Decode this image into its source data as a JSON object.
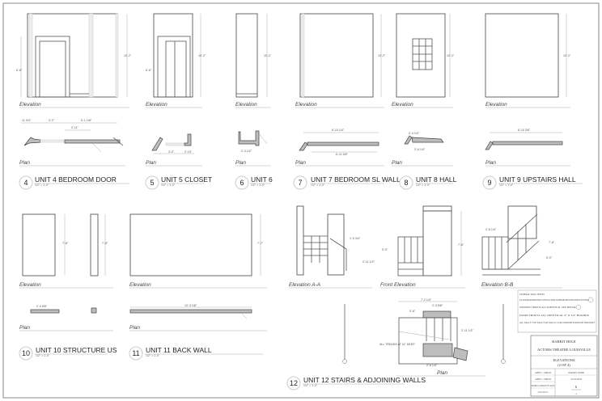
{
  "sheet": {
    "drawings": [
      {
        "number": "4",
        "title": "UNIT 4 BEDROOM DOOR",
        "scale": "1/2\" = 1'-0\""
      },
      {
        "number": "5",
        "title": "UNIT 5 CLOSET",
        "scale": "1/2\" = 1'-0\""
      },
      {
        "number": "6",
        "title": "UNIT 6",
        "scale": "1/2\" = 1'-0\""
      },
      {
        "number": "7",
        "title": "UNIT 7 BEDROOM SL WALL",
        "scale": "1/2\" = 1'-0\""
      },
      {
        "number": "8",
        "title": "UNIT 8 HALL",
        "scale": "1/2\" = 1'-0\""
      },
      {
        "number": "9",
        "title": "UNIT 9 UPSTAIRS HALL",
        "scale": "1/2\" = 1'-0\""
      },
      {
        "number": "10",
        "title": "UNIT 10 STRUCTURE US",
        "scale": "1/2\" = 1'-0\""
      },
      {
        "number": "11",
        "title": "UNIT 11 BACK WALL",
        "scale": "1/2\" = 1'-0\""
      },
      {
        "number": "12",
        "title": "UNIT 12 STAIRS & ADJOINING WALLS",
        "scale": "1/2\" = 1'-0\""
      }
    ],
    "view_labels": {
      "elevation": "Elevation",
      "plan": "Plan",
      "elevation_aa": "Elevation A-A",
      "front_elevation": "Front Elevation",
      "elevation_bb": "Elevation B-B"
    },
    "dimensions": {
      "ten_two": "10'-2\"",
      "six_eight": "6'-8\"",
      "u4_a": "11 3/4\"",
      "u4_b": "3'-2\"",
      "u4_c": "6'-1 1/8\"",
      "u4_d": "2'-11\"",
      "u5_a": "3'-0\"",
      "u5_b": "2'-10\"",
      "u6_a": "2'-3 1/2\"",
      "u7_a": "6'-10 1/4\"",
      "u7_b": "6'-11 5/8\"",
      "u8_a": "2'-4 1/2\"",
      "u8_b": "2'-6 1/4\"",
      "u9_a": "6'-10 3/8\"",
      "u10_a": "2'-4 5/8\"",
      "seven_eight": "7'-8\"",
      "seven_seven": "7'-7\"",
      "u11_a": "12'-3 1/8\"",
      "u12_a": "7'-2 1/4\"",
      "u12_b": "2'-3 5/8\"",
      "u12_c": "3'-8\"",
      "u12_d": "2'-11 1/2\"",
      "u12_e": "5'-0\"",
      "u12_f": "1'-5 3/4\"",
      "u12_g": "2'-6 1/4\"",
      "u12_note": "ALL TREADS AT 11\" DEEP"
    },
    "notes": {
      "title": "GENERAL WALL NOTES",
      "items": [
        "ALL BASEBOARD/MOULDING FLUSH WALL WORK. BASEBOARD MOULDING PROFILE SEE DETAIL",
        "WINDOW TRIM IS ALL IDENTICAL SEE DETAIL",
        "DOOR TRIM IS ALL IDENTICAL 4\" X 3/4\" BOARDS",
        "ALL WALLS: TYP. WALL FLAT WALLS. LUAN SMOOTH SURFACED FOR PAINT"
      ]
    },
    "title_block": {
      "show": "RABBIT HOLE",
      "theatre": "ACTORS THEATRE LOUISVILLE",
      "sheet_title": "ELEVATIONS",
      "sheet_sub": "(2 OF 4)",
      "designer": "ABBY J. SMITH",
      "drawn_by": "ABBY J. SMITH",
      "director": "JEREMY WEBB",
      "scale": "AS NOTED",
      "extra": "PAMELA BROWN AUD",
      "date": "2011/02/17",
      "sheet_number": "6",
      "sheet_of": "4"
    }
  }
}
